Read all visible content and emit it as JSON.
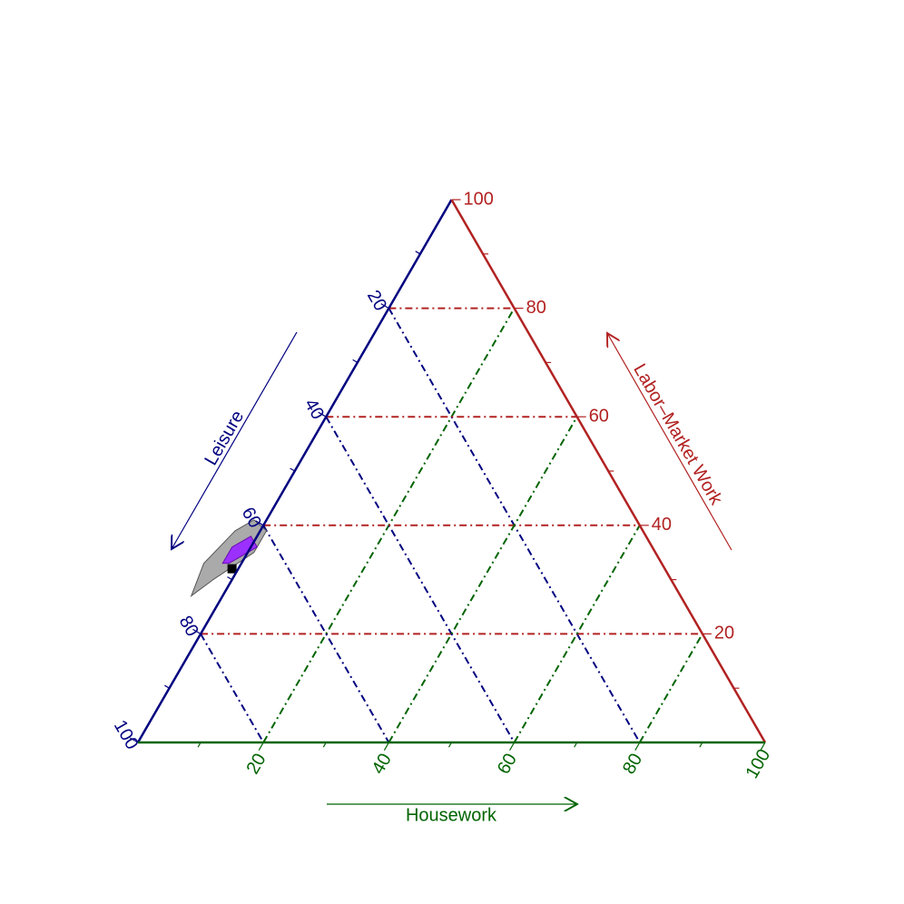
{
  "chart_data": {
    "type": "ternary",
    "title": "",
    "axes": {
      "left": {
        "label": "Leisure",
        "color": "#000080",
        "ticks": [
          "20",
          "40",
          "60",
          "80",
          "100"
        ]
      },
      "right": {
        "label": "Labor–Market Work",
        "color": "#B22222",
        "ticks": [
          "20",
          "40",
          "60",
          "80",
          "100"
        ]
      },
      "bottom": {
        "label": "Housework",
        "color": "#006400",
        "ticks": [
          "20",
          "40",
          "60",
          "80",
          "100"
        ]
      }
    },
    "range": [
      0,
      100
    ],
    "grid": true,
    "grid_step": 20,
    "minor_step": 10,
    "series": [
      {
        "type": "region",
        "fill": "#aaaaaa",
        "outline": "#555555",
        "points": [
          {
            "leisure": 73,
            "labor": 30,
            "housework": -3
          },
          {
            "leisure": 64,
            "labor": 35,
            "housework": 1
          },
          {
            "leisure": 60,
            "labor": 39,
            "housework": 1
          },
          {
            "leisure": 61,
            "labor": 41,
            "housework": -2
          },
          {
            "leisure": 65,
            "labor": 39,
            "housework": -4
          },
          {
            "leisure": 73,
            "labor": 33,
            "housework": -6
          },
          {
            "leisure": 78,
            "labor": 27,
            "housework": -5
          }
        ]
      },
      {
        "type": "region",
        "fill": "#9b30ff",
        "outline": "#6a0dad",
        "points": [
          {
            "leisure": 69,
            "labor": 33,
            "housework": -2
          },
          {
            "leisure": 63,
            "labor": 36,
            "housework": 1
          },
          {
            "leisure": 63,
            "labor": 38,
            "housework": -1
          },
          {
            "leisure": 67,
            "labor": 36,
            "housework": -3
          },
          {
            "leisure": 70,
            "labor": 33,
            "housework": -3
          }
        ]
      },
      {
        "type": "point",
        "marker": "square",
        "color": "#000000",
        "points": [
          {
            "leisure": 69,
            "labor": 32,
            "housework": -1
          }
        ]
      }
    ]
  }
}
